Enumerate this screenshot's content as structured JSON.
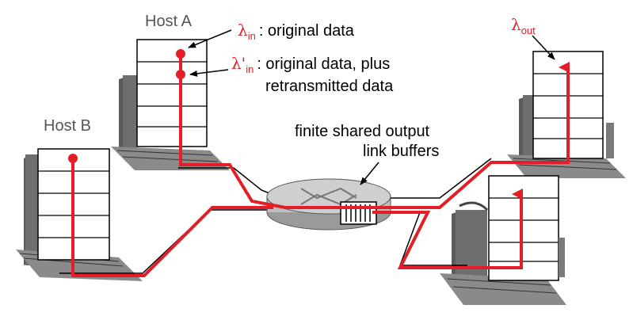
{
  "hosts": {
    "a_label": "Host A",
    "b_label": "Host B"
  },
  "annotations": {
    "lambda_in_symbol": "λ",
    "lambda_in_sub": "in",
    "lambda_in_text": ": original data",
    "lambda_in_prime_symbol": "λ'",
    "lambda_in_prime_sub": "in",
    "lambda_in_prime_text_1": ": original data, plus",
    "lambda_in_prime_text_2": "retransmitted data",
    "lambda_out_symbol": "λ",
    "lambda_out_sub": "out"
  },
  "router": {
    "label_line1": "finite shared output",
    "label_line2": "link buffers"
  },
  "colors": {
    "flow": "#e41e26",
    "host_body": "#ffffff",
    "host_shadow": "#6e6e6e",
    "router_fill": "#bfbfbf",
    "text": "#000000",
    "host_label": "#555555"
  }
}
